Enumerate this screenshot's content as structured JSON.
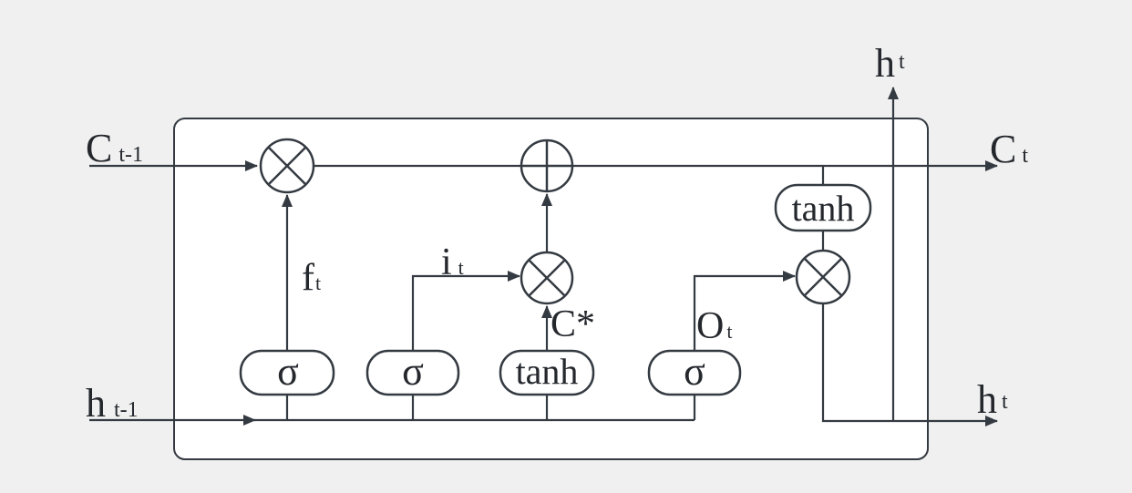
{
  "colors": {
    "background": "#f0f0f0",
    "canvas": "#ffffff",
    "stroke": "#343a41",
    "text": "#24282d"
  },
  "diagram": {
    "kind": "lstm-cell",
    "inputs": {
      "cell_state_prev": {
        "main": "C",
        "sub": "t-1"
      },
      "hidden_state_prev": {
        "main": "h",
        "sub": "t-1"
      }
    },
    "outputs": {
      "cell_state_next": {
        "main": "C",
        "sub": "t"
      },
      "hidden_state_top": {
        "main": "h",
        "sub": "t"
      },
      "hidden_state_right": {
        "main": "h",
        "sub": "t"
      }
    },
    "internal_signals": {
      "forget": {
        "main": "f",
        "sub": "t"
      },
      "input": {
        "main": "i",
        "sub": "t"
      },
      "candidate": {
        "main": "C*",
        "sub": ""
      },
      "output": {
        "main": "O",
        "sub": "t"
      }
    },
    "gates": {
      "forget_gate": "σ",
      "input_gate": "σ",
      "candidate_activation": "tanh",
      "output_gate": "σ",
      "output_activation": "tanh"
    },
    "operators": {
      "forget_multiply": "circle-times",
      "candidate_add": "circle-plus",
      "input_multiply": "circle-times",
      "output_multiply": "circle-times"
    }
  }
}
